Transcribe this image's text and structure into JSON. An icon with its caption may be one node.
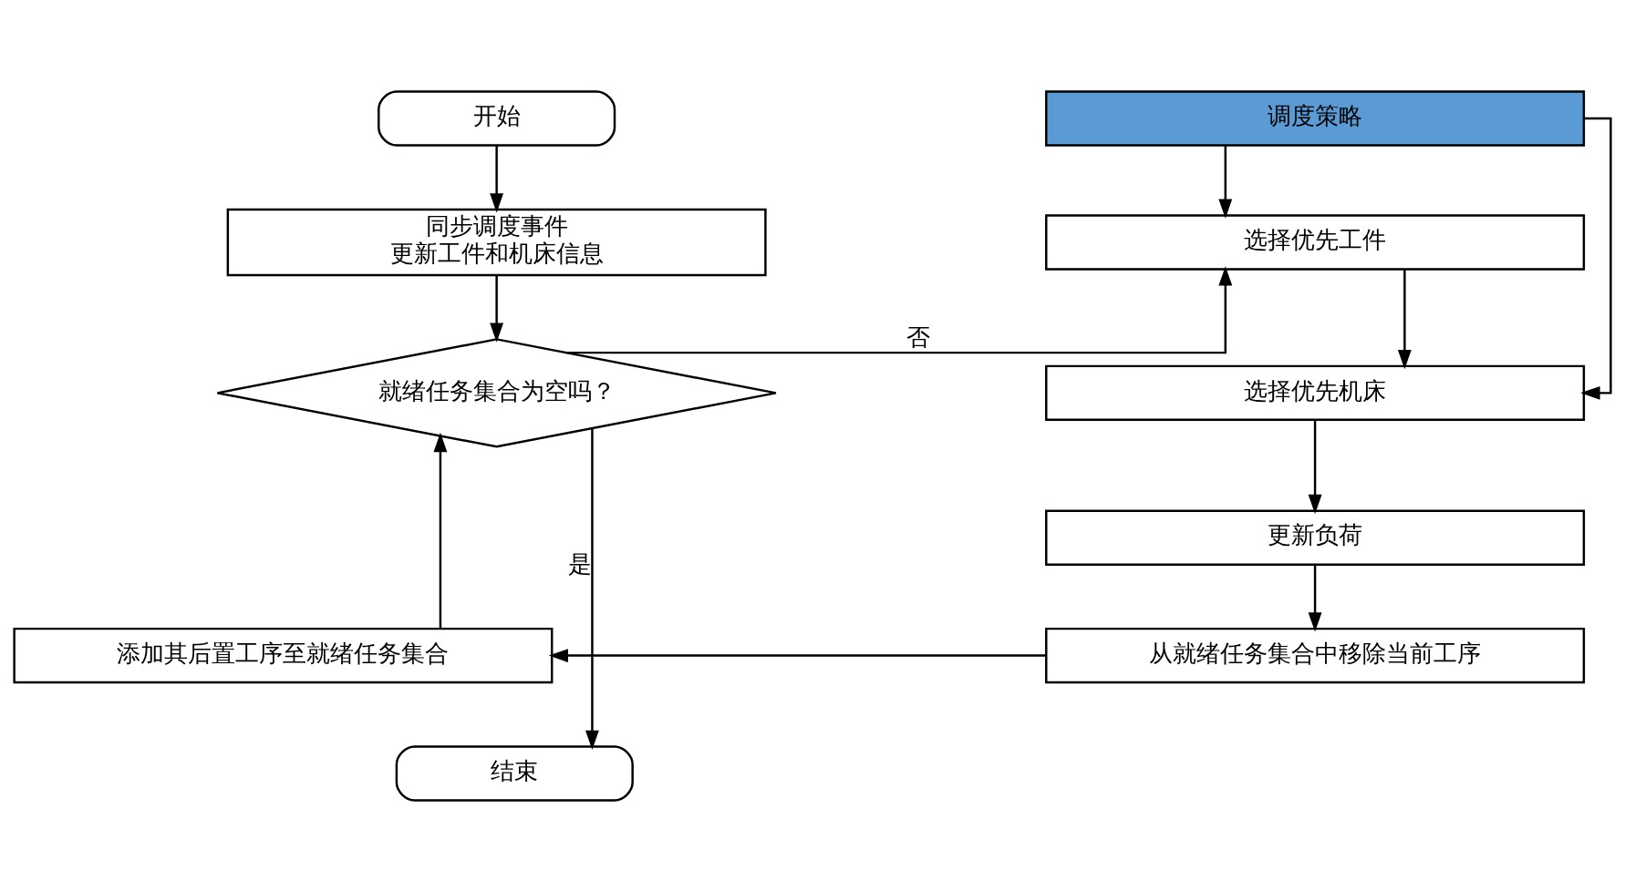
{
  "diagram": {
    "nodes": [
      {
        "text": [
          "开始"
        ]
      },
      {
        "text": [
          "同步调度事件",
          "更新工件和机床信息"
        ]
      },
      {
        "text": [
          "就绪任务集合为空吗？"
        ]
      },
      {
        "text": [
          "调度策略"
        ]
      },
      {
        "text": [
          "选择优先工件"
        ]
      },
      {
        "text": [
          "选择优先机床"
        ]
      },
      {
        "text": [
          "更新负荷"
        ]
      },
      {
        "text": [
          "从就绪任务集合中移除当前工序"
        ]
      },
      {
        "text": [
          "添加其后置工序至就绪任务集合"
        ]
      },
      {
        "text": [
          "结束"
        ]
      }
    ],
    "edges": [
      {
        "from": 0,
        "to": 1,
        "arrow": "to"
      },
      {
        "from": 1,
        "to": 2,
        "arrow": "to"
      },
      {
        "from": 2,
        "to": 4,
        "arrow": "to",
        "label": "否"
      },
      {
        "from": 3,
        "to": 4,
        "arrow": "to"
      },
      {
        "from": 3,
        "to": 5,
        "arrow": "to"
      },
      {
        "from": 4,
        "to": 5,
        "arrow": "to"
      },
      {
        "from": 5,
        "to": 6,
        "arrow": "to"
      },
      {
        "from": 6,
        "to": 7,
        "arrow": "to"
      },
      {
        "from": 7,
        "to": 8,
        "arrow": "to"
      },
      {
        "from": 8,
        "to": 2,
        "arrow": "to"
      },
      {
        "from": 2,
        "to": 9,
        "arrow": "to",
        "label": "是"
      }
    ]
  }
}
